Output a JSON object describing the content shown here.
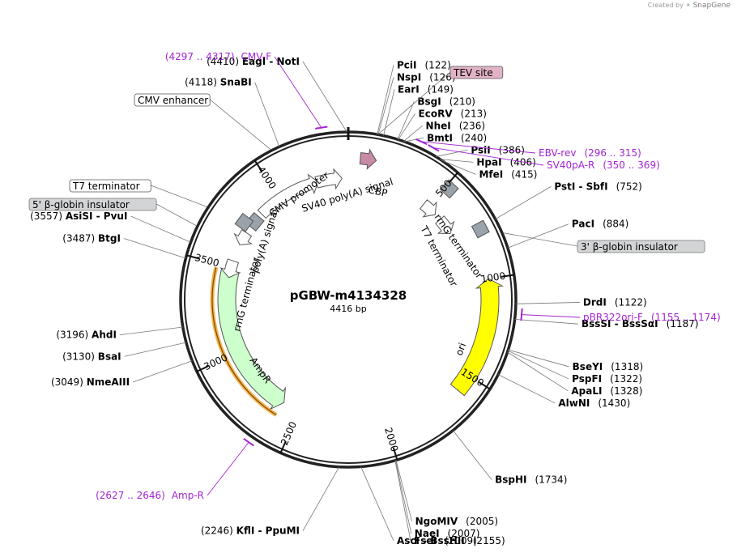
{
  "credit": {
    "prefix": "Created by",
    "brand": "SnapGene"
  },
  "plasmid": {
    "name": "pGBW-m4134328",
    "length_label": "4416 bp",
    "length": 4416
  },
  "ticks": [
    {
      "pos": 500,
      "label": "500"
    },
    {
      "pos": 1000,
      "label": "1000"
    },
    {
      "pos": 1500,
      "label": "1500"
    },
    {
      "pos": 2000,
      "label": "2000"
    },
    {
      "pos": 2500,
      "label": "2500"
    },
    {
      "pos": 3000,
      "label": "3000"
    },
    {
      "pos": 3500,
      "label": "3500"
    },
    {
      "pos": 4000,
      "label": "4000"
    }
  ],
  "sites": [
    {
      "name": "EagI",
      "name2": "NotI",
      "coord": "(4410)",
      "pos": 4410,
      "side": "left"
    },
    {
      "name": "PciI",
      "coord": "(122)",
      "pos": 122,
      "side": "right"
    },
    {
      "name": "NspI",
      "coord": "(126)",
      "pos": 126,
      "side": "right"
    },
    {
      "name": "EarI",
      "coord": "(149)",
      "pos": 149,
      "side": "right"
    },
    {
      "name": "BsgI",
      "coord": "(210)",
      "pos": 210,
      "side": "right"
    },
    {
      "name": "EcoRV",
      "coord": "(213)",
      "pos": 213,
      "side": "right"
    },
    {
      "name": "NheI",
      "coord": "(236)",
      "pos": 236,
      "side": "right"
    },
    {
      "name": "BmtI",
      "coord": "(240)",
      "pos": 240,
      "side": "right"
    },
    {
      "name": "PsiI",
      "coord": "(386)",
      "pos": 386,
      "side": "right"
    },
    {
      "name": "HpaI",
      "coord": "(406)",
      "pos": 406,
      "side": "right"
    },
    {
      "name": "MfeI",
      "coord": "(415)",
      "pos": 415,
      "side": "right"
    },
    {
      "name": "PstI",
      "name2": "SbfI",
      "coord": "(752)",
      "pos": 752,
      "side": "right"
    },
    {
      "name": "PacI",
      "coord": "(884)",
      "pos": 884,
      "side": "right"
    },
    {
      "name": "DrdI",
      "coord": "(1122)",
      "pos": 1122,
      "side": "right"
    },
    {
      "name": "BssSI",
      "name2": "BssSαI",
      "coord": "(1187)",
      "pos": 1187,
      "side": "right"
    },
    {
      "name": "BseYI",
      "coord": "(1318)",
      "pos": 1318,
      "side": "right"
    },
    {
      "name": "PspFI",
      "coord": "(1322)",
      "pos": 1322,
      "side": "right"
    },
    {
      "name": "ApaLI",
      "coord": "(1328)",
      "pos": 1328,
      "side": "right"
    },
    {
      "name": "AlwNI",
      "coord": "(1430)",
      "pos": 1430,
      "side": "right"
    },
    {
      "name": "BspHI",
      "coord": "(1734)",
      "pos": 1734,
      "side": "right"
    },
    {
      "name": "NgoMIV",
      "coord": "(2005)",
      "pos": 2005,
      "side": "right"
    },
    {
      "name": "NaeI",
      "coord": "(2007)",
      "pos": 2007,
      "side": "right"
    },
    {
      "name": "FseI",
      "coord": "(2009)",
      "pos": 2009,
      "side": "right"
    },
    {
      "name": "AscI",
      "name2": "BssHII",
      "coord": "(2155)",
      "pos": 2155,
      "side": "right"
    },
    {
      "name": "KflI",
      "name2": "PpuMI",
      "coord": "(2246)",
      "pos": 2246,
      "side": "left"
    },
    {
      "name": "NmeAIII",
      "coord": "(3049)",
      "pos": 3049,
      "side": "left"
    },
    {
      "name": "BsaI",
      "coord": "(3130)",
      "pos": 3130,
      "side": "left"
    },
    {
      "name": "AhdI",
      "coord": "(3196)",
      "pos": 3196,
      "side": "left"
    },
    {
      "name": "BtgI",
      "coord": "(3487)",
      "pos": 3487,
      "side": "left"
    },
    {
      "name": "AsiSI",
      "name2": "PvuI",
      "coord": "(3557)",
      "pos": 3557,
      "side": "left"
    },
    {
      "name": "SnaBI",
      "coord": "(4118)",
      "pos": 4118,
      "side": "left"
    }
  ],
  "primers": [
    {
      "name": "CMV-F",
      "range": "(4297 .. 4317)",
      "pos": 4307,
      "side": "left"
    },
    {
      "name": "EBV-rev",
      "range": "(296 .. 315)",
      "pos": 305,
      "side": "right"
    },
    {
      "name": "SV40pA-R",
      "range": "(350 .. 369)",
      "pos": 360,
      "side": "right"
    },
    {
      "name": "pBR322ori-F",
      "range": "(1155 .. 1174)",
      "pos": 1165,
      "side": "right"
    },
    {
      "name": "Amp-R",
      "range": "(2627 .. 2646)",
      "pos": 2636,
      "side": "left"
    }
  ],
  "boxed_labels": [
    {
      "text": "TEV site",
      "style": "pink",
      "pos": 130
    },
    {
      "text": "CMV enhancer",
      "style": "white",
      "pos": 4080
    },
    {
      "text": "T7 terminator",
      "style": "white",
      "pos": 3720
    },
    {
      "text": "5' β-globin insulator",
      "style": "gray",
      "pos": 3630
    },
    {
      "text": "3' β-globin insulator",
      "style": "gray",
      "pos": 820
    }
  ],
  "features": [
    {
      "name": "CMV promoter",
      "start": 3860,
      "end": 4240,
      "dir": 1,
      "color": "#ffffff",
      "ring": 1
    },
    {
      "name": "SV40 poly(A) signal",
      "start": 4230,
      "end": 4380,
      "dir": 1,
      "color": "#ffffff",
      "ring": 1
    },
    {
      "name": "CBP",
      "start": 60,
      "end": 140,
      "dir": 1,
      "color": "#c98aa5",
      "ring": 0
    },
    {
      "name": "rrnG terminator",
      "start": 470,
      "end": 560,
      "dir": 1,
      "color": "#ffffff",
      "ring": 1
    },
    {
      "name": "T7 terminator",
      "start": 600,
      "end": 700,
      "dir": 1,
      "color": "#ffffff",
      "ring": 1
    },
    {
      "name": "ori",
      "start": 1000,
      "end": 1590,
      "dir": -1,
      "color": "#ffff00",
      "ring": 0
    },
    {
      "name": "AmpR",
      "start": 2600,
      "end": 3480,
      "dir": -1,
      "color": "#ccffcc",
      "ring": 1
    },
    {
      "name": "rrnG terminator",
      "start": 3440,
      "end": 3540,
      "dir": -1,
      "color": "#ffffff",
      "ring": 1
    },
    {
      "name": "poly(A) signal",
      "start": 3640,
      "end": 3720,
      "dir": -1,
      "color": "#ffffff",
      "ring": 1
    }
  ],
  "feature_labels": [
    {
      "text": "CMV promoter"
    },
    {
      "text": "SV40 poly(A) signal"
    },
    {
      "text": "CBP"
    },
    {
      "text": "rrnG terminator"
    },
    {
      "text": "T7 terminator"
    },
    {
      "text": "ori"
    },
    {
      "text": "AmpR"
    },
    {
      "text": "rrnG terminator"
    },
    {
      "text": "poly(A) signal"
    }
  ],
  "colors": {
    "primer": "#a324d4",
    "ring": "#222222",
    "amp_outline": "#f4b24a"
  }
}
